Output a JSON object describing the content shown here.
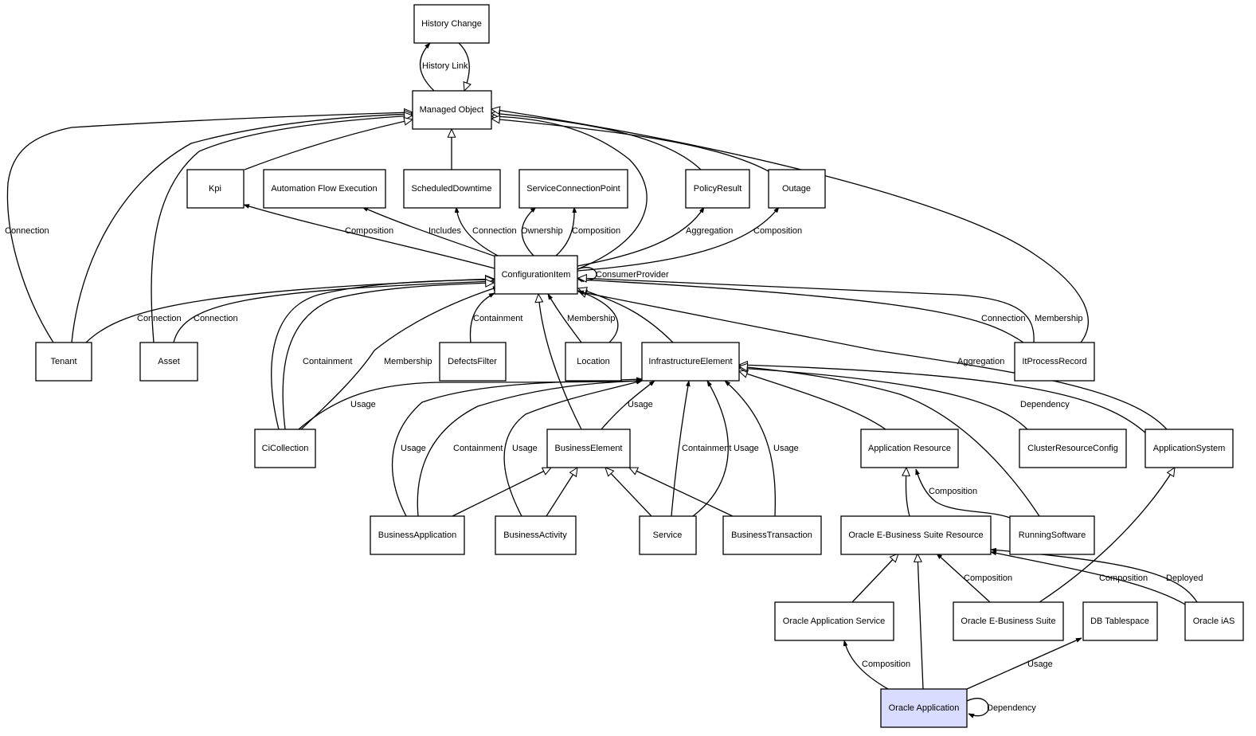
{
  "nodes": {
    "history_change": "History Change",
    "managed_object": "Managed Object",
    "kpi": "Kpi",
    "automation_flow_execution": "Automation Flow Execution",
    "scheduled_downtime": "ScheduledDowntime",
    "service_connection_point": "ServiceConnectionPoint",
    "policy_result": "PolicyResult",
    "outage": "Outage",
    "configuration_item": "ConfigurationItem",
    "tenant": "Tenant",
    "asset": "Asset",
    "defects_filter": "DefectsFilter",
    "location": "Location",
    "infrastructure_element": "InfrastructureElement",
    "it_process_record": "ItProcessRecord",
    "ci_collection": "CiCollection",
    "business_element": "BusinessElement",
    "application_resource": "Application Resource",
    "cluster_resource_config": "ClusterResourceConfig",
    "application_system": "ApplicationSystem",
    "business_application": "BusinessApplication",
    "business_activity": "BusinessActivity",
    "service": "Service",
    "business_transaction": "BusinessTransaction",
    "oracle_ebs_resource": "Oracle E-Business Suite Resource",
    "running_software": "RunningSoftware",
    "oracle_application_service": "Oracle Application Service",
    "oracle_ebs": "Oracle E-Business Suite",
    "db_tablespace": "DB Tablespace",
    "oracle_ias": "Oracle iAS",
    "oracle_application": "Oracle Application"
  },
  "edge_labels": {
    "history_link": "History Link",
    "tenant_mo_connection": "Connection",
    "kpi_composition": "Composition",
    "afe_includes": "Includes",
    "sd_connection": "Connection",
    "scp_ownership": "Ownership",
    "scp_composition": "Composition",
    "pr_aggregation": "Aggregation",
    "outage_composition": "Composition",
    "consumer_provider": "ConsumerProvider",
    "tenant_ci_connection": "Connection",
    "asset_ci_connection": "Connection",
    "defects_containment": "Containment",
    "location_membership": "Membership",
    "itpr_connection": "Connection",
    "itpr_membership": "Membership",
    "cicoll_containment": "Containment",
    "cicoll_membership": "Membership",
    "aggregation": "Aggregation",
    "cicoll_usage": "Usage",
    "be_usage": "Usage",
    "dependency_ie": "Dependency",
    "ba_usage": "Usage",
    "ba_containment": "Containment",
    "bact_usage": "Usage",
    "service_containment": "Containment",
    "service_usage": "Usage",
    "bt_usage": "Usage",
    "rs_composition": "Composition",
    "ebs_composition": "Composition",
    "ias_composition": "Composition",
    "ias_deployed": "Deployed",
    "oa_composition": "Composition",
    "oa_usage": "Usage",
    "oa_dependency": "Dependency"
  },
  "colors": {
    "highlight_fill": "#d9dcff",
    "stroke": "#000000"
  }
}
